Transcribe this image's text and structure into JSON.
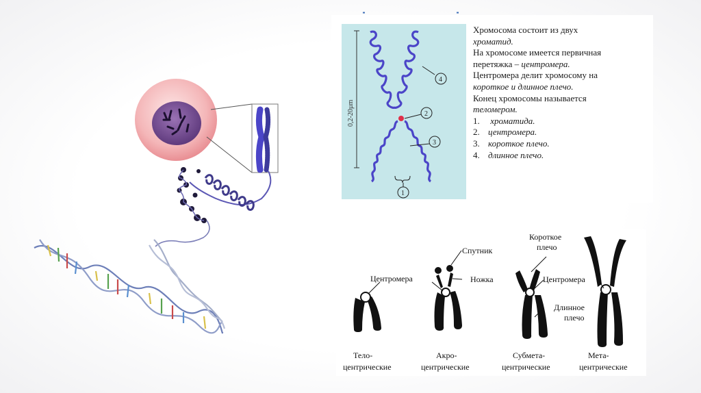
{
  "header_mark": "",
  "description": {
    "line1": "Хромосома состоит из двух",
    "line2": "хроматид.",
    "line3": "На хромосоме имеется первичная",
    "line4_plain": "перетяжка – ",
    "line4_italic": "центромера.",
    "line5": "Центромера делит хромосому на",
    "line6": "короткое и длинное плечо.",
    "line7": "Конец хромосомы называется",
    "line8": "теломером.",
    "items": [
      {
        "num": "1.",
        "text": "хроматида."
      },
      {
        "num": "2.",
        "text": "центромера."
      },
      {
        "num": "3.",
        "text": "короткое плечо."
      },
      {
        "num": "4.",
        "text": "длинное плечо."
      }
    ]
  },
  "chrom_figure": {
    "scale_label": "0,2-20µm",
    "callouts": [
      "1",
      "2",
      "3",
      "4"
    ]
  },
  "types": [
    {
      "name_line1": "Телo-",
      "name_line2": "центрические"
    },
    {
      "name_line1": "Акро-",
      "name_line2": "центрические"
    },
    {
      "name_line1": "Субмета-",
      "name_line2": "центрические"
    },
    {
      "name_line1": "Мета-",
      "name_line2": "центрические"
    }
  ],
  "type_labels": {
    "centromere_1": "Центромера",
    "satellite": "Спутник",
    "stalk": "Ножка",
    "short_arm_1": "Короткое",
    "short_arm_2": "плечо",
    "centromere_2": "Центромера",
    "long_arm_1": "Длинное",
    "long_arm_2": "плечо"
  },
  "colors": {
    "chromatin": "#4b45c8",
    "chrom_bg": "#c6e7ea",
    "cell": "#f2a9ad",
    "nucleus": "#7a4f95",
    "dna_strand": "#9aa7c9"
  }
}
